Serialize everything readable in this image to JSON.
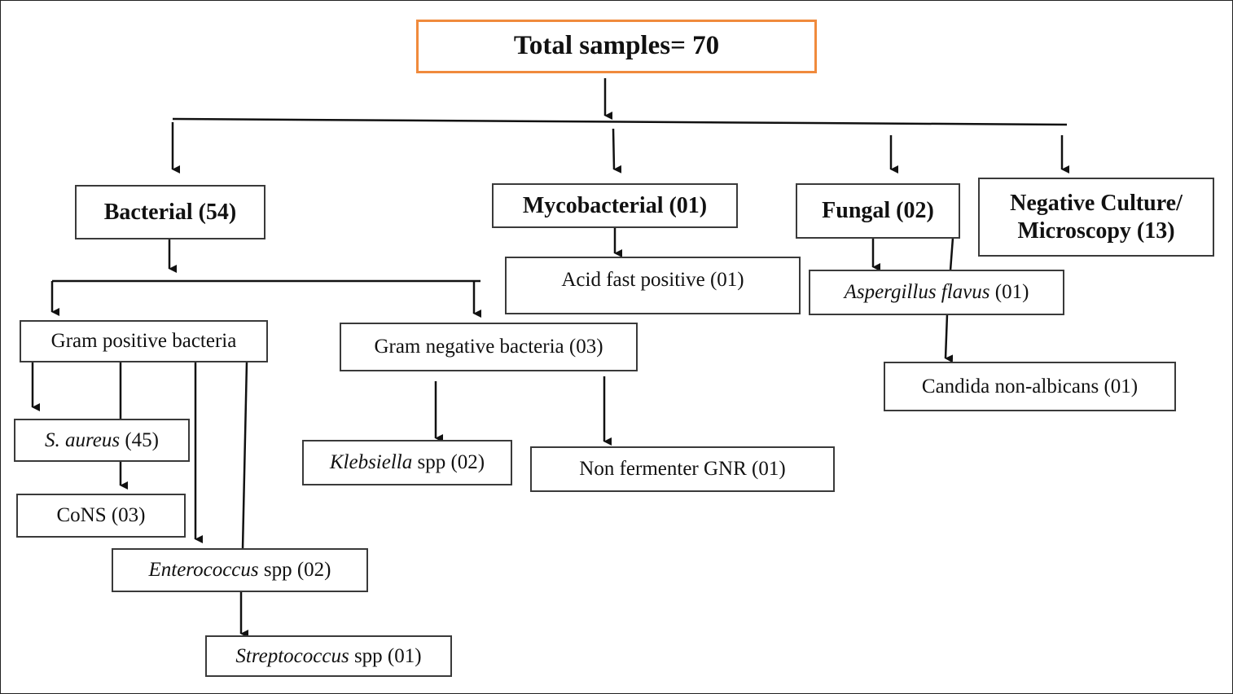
{
  "root": {
    "label": "Total samples= 70"
  },
  "categories": {
    "bacterial": {
      "label": "Bacterial (54)"
    },
    "mycobacterial": {
      "label": "Mycobacterial (01)"
    },
    "fungal": {
      "label": "Fungal (02)"
    },
    "negative": {
      "line1": "Negative Culture/",
      "line2": "Microscopy (13)"
    }
  },
  "bacterial": {
    "gram_positive": {
      "label": "Gram positive bacteria"
    },
    "gram_negative": {
      "label": "Gram negative bacteria (03)"
    },
    "s_aureus": {
      "name": "S. aureus",
      "count": " (45)"
    },
    "cons": {
      "label": "CoNS (03)"
    },
    "enterococcus": {
      "name": "Enterococcus",
      "rest": " spp (02)"
    },
    "streptococcus": {
      "name": "Streptococcus",
      "rest": " spp (01)"
    },
    "klebsiella": {
      "name": "Klebsiella",
      "rest": " spp (02)"
    },
    "non_fermenter": {
      "label": "Non fermenter GNR (01)"
    }
  },
  "mycobacterial": {
    "acid_fast": {
      "label": "Acid fast positive (01)"
    }
  },
  "fungal": {
    "aspergillus": {
      "name": "Aspergillus flavus",
      "count": " (01)"
    },
    "candida": {
      "label": "Candida non-albicans (01)"
    }
  }
}
